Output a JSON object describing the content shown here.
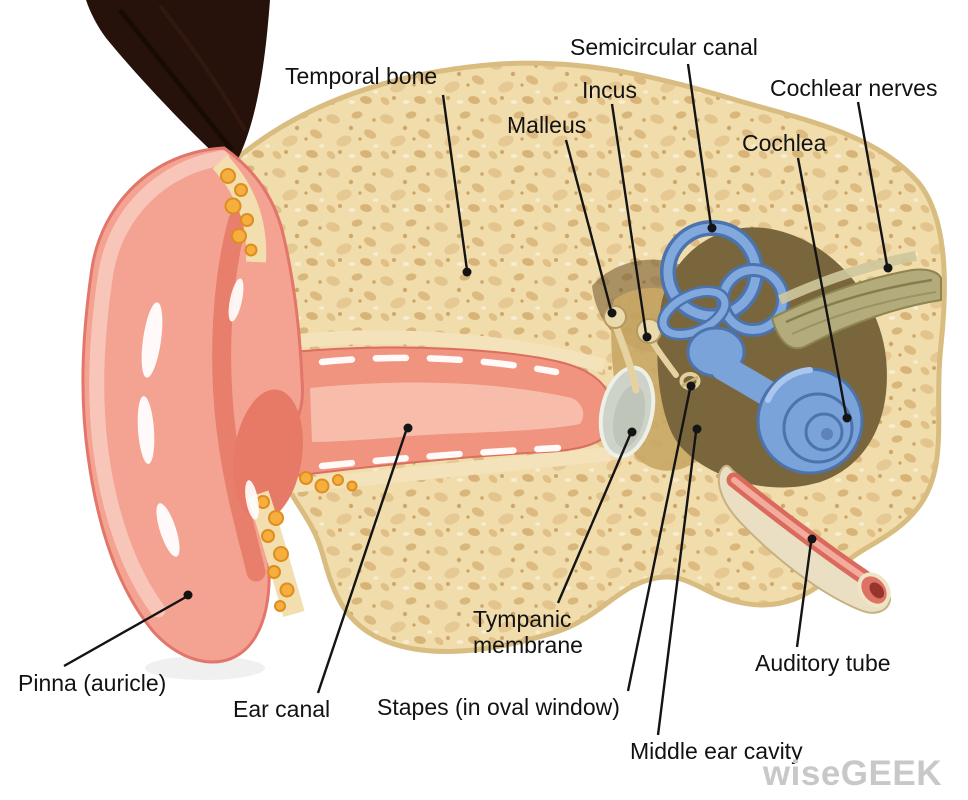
{
  "figure": {
    "watermark": "wiseGEEK"
  },
  "labels": {
    "temporal_bone": "Temporal bone",
    "semicircular_canal": "Semicircular canal",
    "incus": "Incus",
    "malleus": "Malleus",
    "cochlear_nerves": "Cochlear nerves",
    "cochlea": "Cochlea",
    "pinna": "Pinna (auricle)",
    "ear_canal": "Ear canal",
    "tympanic_membrane": "Tympanic membrane",
    "stapes": "Stapes (in oval window)",
    "middle_ear_cavity": "Middle ear cavity",
    "auditory_tube": "Auditory tube"
  },
  "colors": {
    "bone_fill": "#f1dcab",
    "bone_speckle": "#d9b67a",
    "skin_pink": "#f4a392",
    "skin_dark": "#e87e6c",
    "inner_ear_blue": "#7aa3da",
    "inner_ear_outline": "#4c73ab",
    "nerve_olive": "#b3ab7c",
    "fat_yellow": "#f6ae3f",
    "membrane_gray": "#cdd3c9",
    "label_color": "#121212",
    "watermark_color": "#c8c8c8"
  }
}
